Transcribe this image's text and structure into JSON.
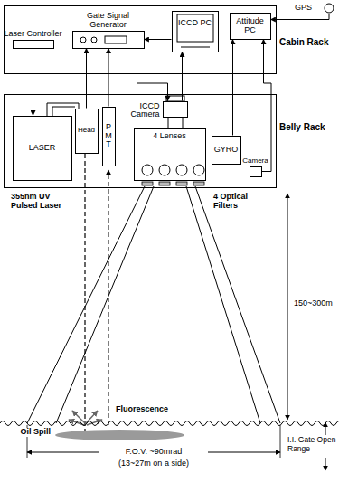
{
  "diagram": {
    "nodes": [
      {
        "text": [
          "Cabin Rack"
        ]
      },
      {
        "text": [
          "Laser Controller"
        ],
        "in": 0
      },
      {
        "text": [
          "Gate Signal Generator"
        ],
        "in": 0
      },
      {
        "text": [
          "ICCD PC"
        ],
        "in": 0
      },
      {
        "text": [
          "Attitude PC"
        ],
        "in": 0
      },
      {
        "text": [
          "GPS"
        ]
      },
      {
        "text": [
          "Belly Rack"
        ]
      },
      {
        "text": [
          "LASER"
        ],
        "in": 6
      },
      {
        "text": [
          "Head"
        ],
        "in": 6
      },
      {
        "text": [
          "PMT"
        ],
        "in": 6
      },
      {
        "text": [
          "ICCD Camera"
        ],
        "in": 6
      },
      {
        "text": [
          "4 Lenses"
        ],
        "in": 6
      },
      {
        "text": [
          "GYRO"
        ],
        "in": 6
      },
      {
        "text": [
          "Camera"
        ],
        "in": 6
      },
      {
        "text": [
          "Oil Spill"
        ]
      }
    ],
    "edges": [
      {
        "from": 1,
        "to": 7,
        "arrow": "to"
      },
      {
        "from": 8,
        "to": 2,
        "arrow": "to"
      },
      {
        "from": 9,
        "to": 2,
        "arrow": "to"
      },
      {
        "from": 2,
        "to": 10,
        "arrow": "to"
      },
      {
        "from": 10,
        "to": 3,
        "arrow": "to"
      },
      {
        "from": 3,
        "to": 2,
        "arrow": "to"
      },
      {
        "from": 12,
        "to": 4,
        "arrow": "to"
      },
      {
        "from": 13,
        "to": 4,
        "arrow": "to"
      },
      {
        "from": 5,
        "to": 4,
        "arrow": "to"
      }
    ],
    "labels": [
      "355nm UV Pulsed Laser",
      "4 Optical Filters",
      "150~300m",
      "Fluorescence",
      "F.O.V. ~90mrad",
      "(13~27m on a side)",
      "I.I. Gate Open Range"
    ]
  }
}
